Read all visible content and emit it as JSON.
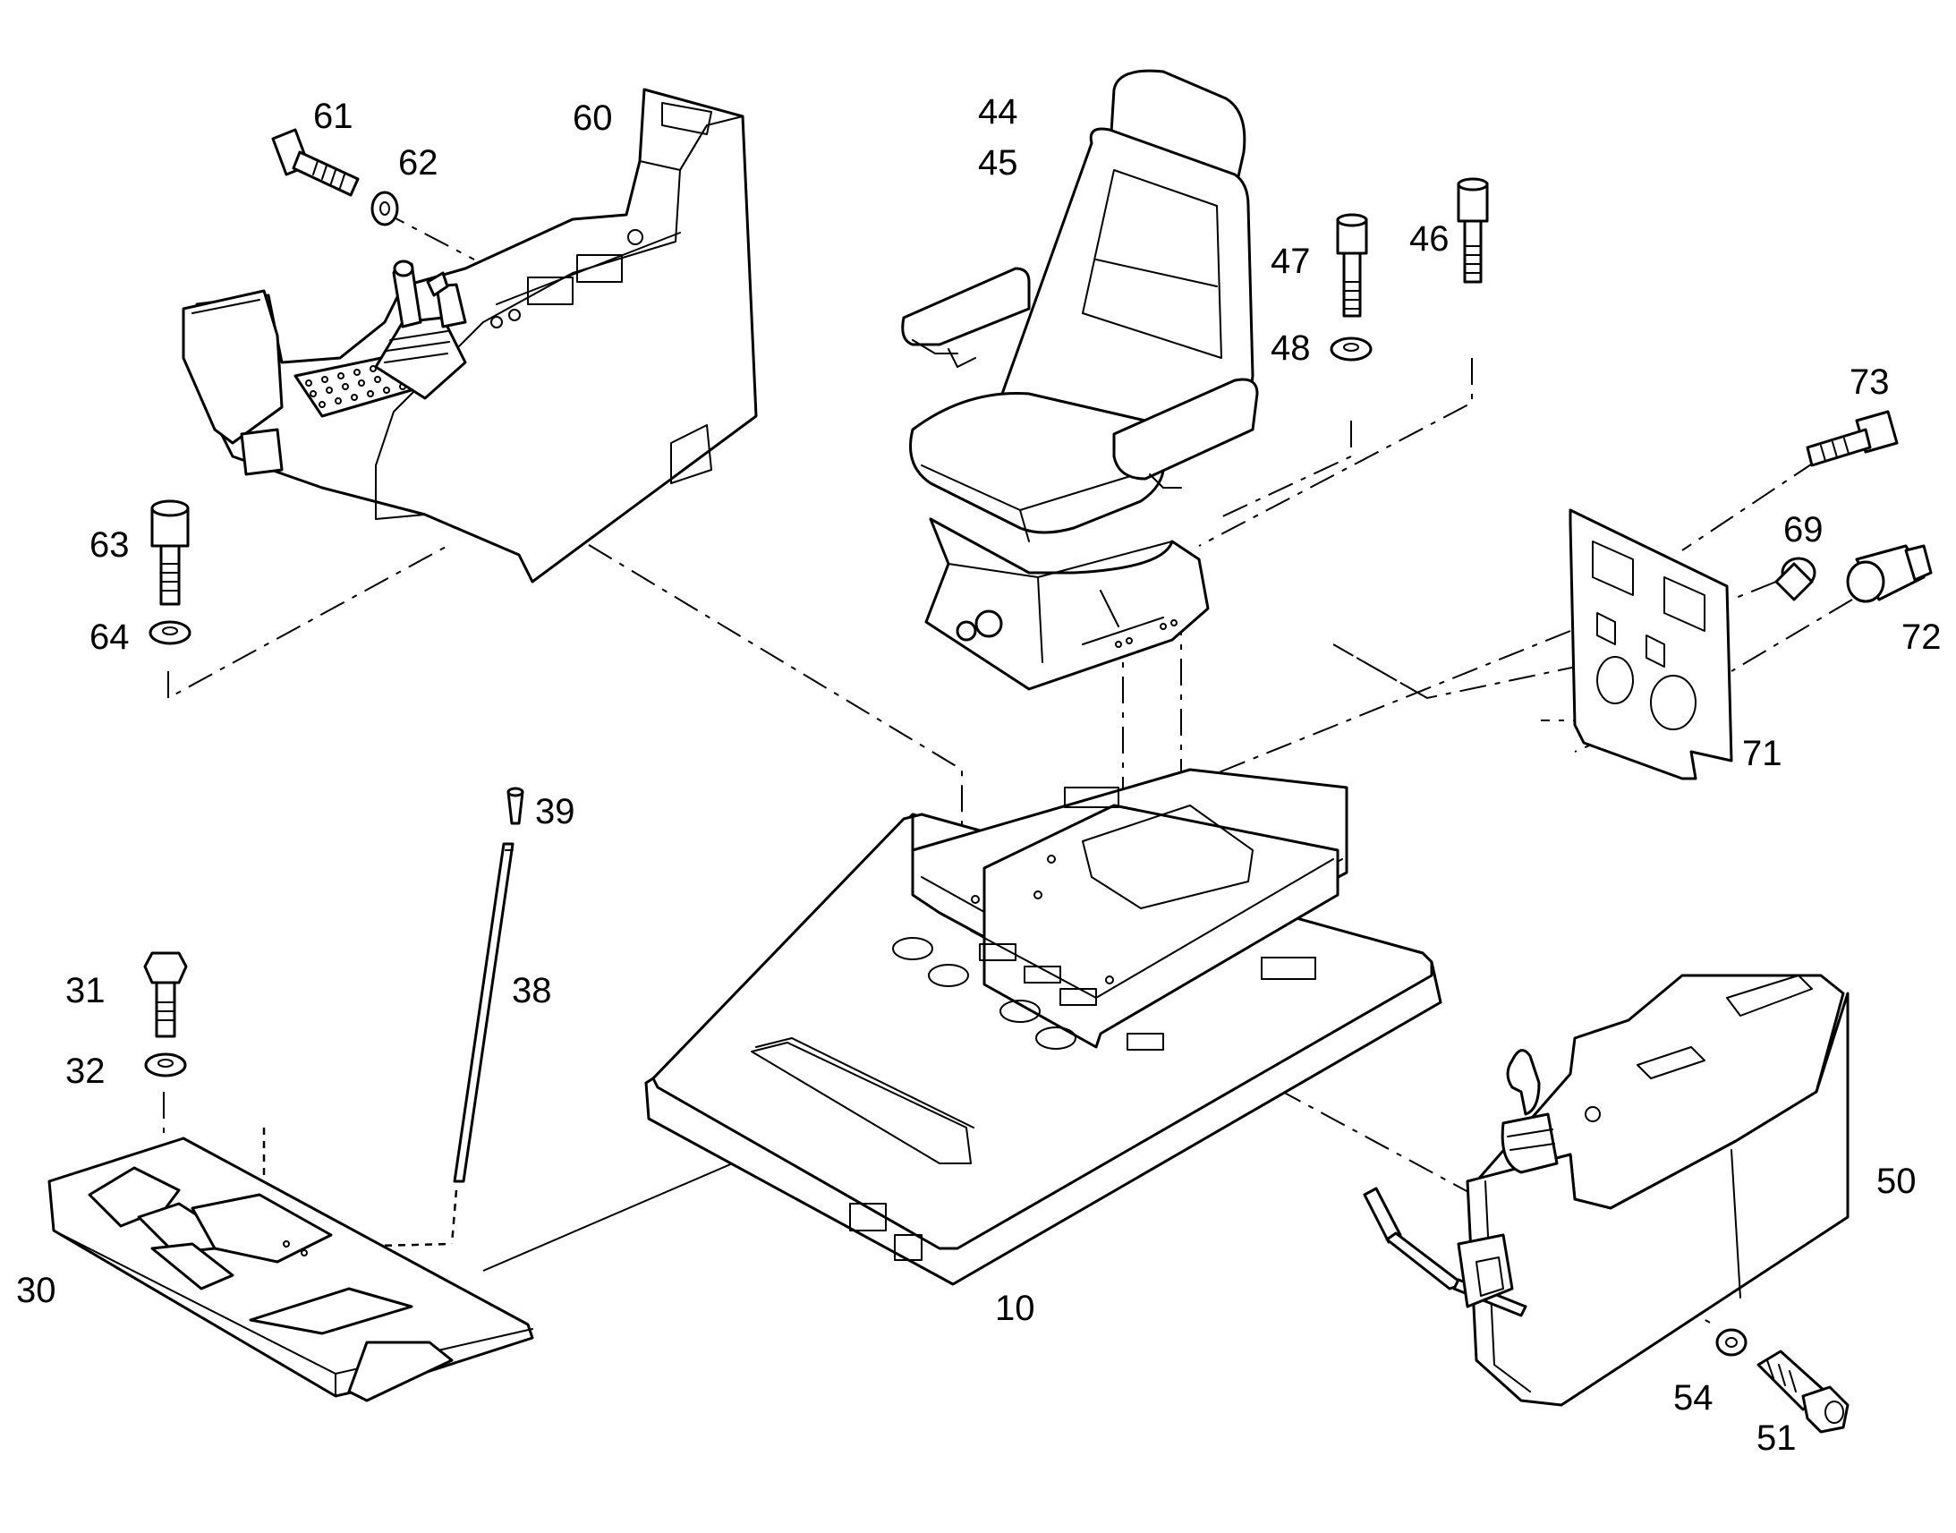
{
  "labels": {
    "l10": "10",
    "l30": "30",
    "l31": "31",
    "l32": "32",
    "l38": "38",
    "l39": "39",
    "l44": "44",
    "l45": "45",
    "l46": "46",
    "l47": "47",
    "l48": "48",
    "l50": "50",
    "l51": "51",
    "l54": "54",
    "l60": "60",
    "l61": "61",
    "l62": "62",
    "l63": "63",
    "l64": "64",
    "l69": "69",
    "l71": "71",
    "l72": "72",
    "l73": "73"
  }
}
